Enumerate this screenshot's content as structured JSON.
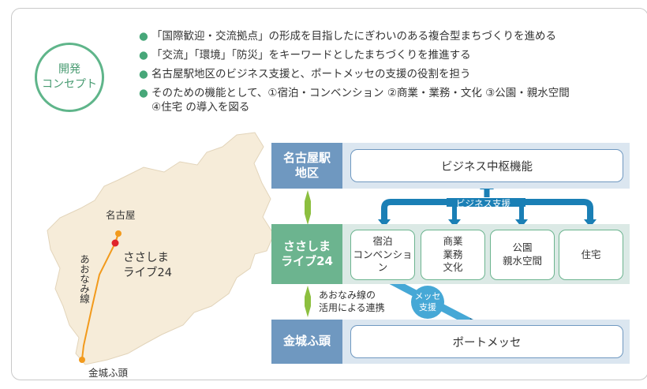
{
  "concept": {
    "line1": "開発",
    "line2": "コンセプト"
  },
  "bullets": [
    "「国際歓迎・交流拠点」の形成を目指したにぎわいのある複合型まちづくりを進める",
    "「交流」「環境」「防災」をキーワードとしたまちづくりを推進する",
    "名古屋駅地区のビジネス支援と、ポートメッセの支援の役割を担う",
    "そのための機能として、①宿泊・コンベンション ②商業・業務・文化 ③公園・親水空間",
    "④住宅 の導入を図る"
  ],
  "bullet_marker": "●",
  "map": {
    "nagoya": "名古屋",
    "sasashima_line1": "ささしま",
    "sasashima_line2": "ライブ24",
    "aonami": "あおなみ線",
    "kinjo": "金城ふ頭"
  },
  "rows": {
    "nagoya_label_line1": "名古屋駅",
    "nagoya_label_line2": "地区",
    "nagoya_function": "ビジネス中枢機能",
    "sasashima_label_line1": "ささしま",
    "sasashima_label_line2": "ライブ24",
    "kinjo_label": "金城ふ頭",
    "kinjo_function": "ポートメッセ"
  },
  "business_support": "ビジネス支援",
  "functions": [
    {
      "line1": "宿泊",
      "line2": "コンベンション",
      "line3": ""
    },
    {
      "line1": "商業",
      "line2": "業務",
      "line3": "文化"
    },
    {
      "line1": "公園",
      "line2": "親水空間",
      "line3": ""
    },
    {
      "line1": "住宅",
      "line2": "",
      "line3": ""
    }
  ],
  "messe_support": {
    "line1": "メッセ",
    "line2": "支援"
  },
  "aonami_cooperation": {
    "line1": "あおなみ線の",
    "line2": "活用による連携"
  },
  "colors": {
    "accent_green": "#5fb58a",
    "row_blue": "#6f98c0",
    "row_green": "#6cb48f",
    "band_blue": "#dbe6f0",
    "band_green": "#dbe9e5",
    "business_arrow": "#1a7fb5",
    "messe_arrow": "#46a8d6",
    "map_fill": "#f6ecd9",
    "route_orange": "#f29a1c",
    "station_red": "#e0242b"
  }
}
